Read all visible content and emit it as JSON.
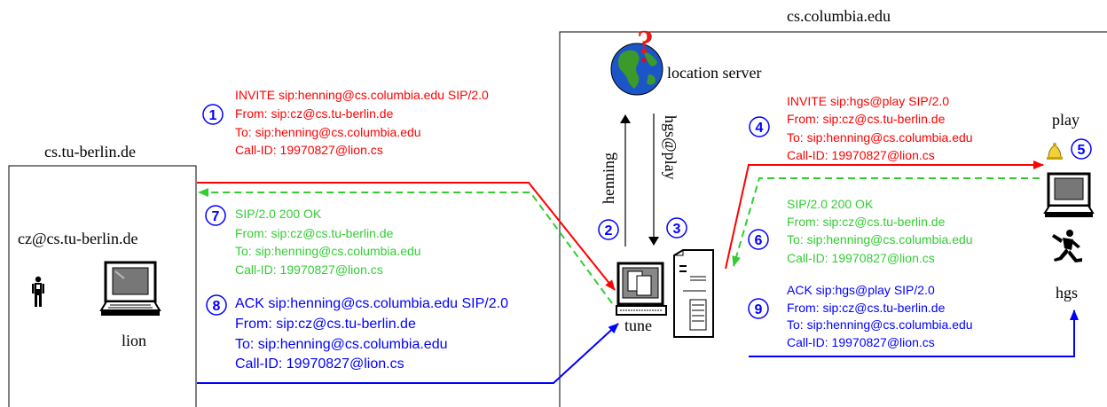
{
  "domains": {
    "berlin": "cs.tu-berlin.de",
    "columbia": "cs.columbia.edu"
  },
  "hosts": {
    "berlin_user": "cz@cs.tu-berlin.de",
    "lion": "lion",
    "tune": "tune",
    "location_server": "location server",
    "play": "play",
    "hgs": "hgs"
  },
  "location_queries": {
    "request": "henning",
    "response": "hgs@play"
  },
  "steps": {
    "s1": "1",
    "s2": "2",
    "s3": "3",
    "s4": "4",
    "s5": "5",
    "s6": "6",
    "s7": "7",
    "s8": "8",
    "s9": "9"
  },
  "messages": {
    "invite_berlin": [
      "INVITE sip:henning@cs.columbia.edu SIP/2.0",
      "From: sip:cz@cs.tu-berlin.de",
      "To: sip:henning@cs.columbia.edu",
      "Call-ID: 19970827@lion.cs"
    ],
    "ok_berlin": [
      "SIP/2.0 200 OK",
      "From: sip:cz@cs.tu-berlin.de",
      "To: sip:henning@cs.columbia.edu",
      "Call-ID: 19970827@lion.cs"
    ],
    "ack_berlin": [
      "ACK sip:henning@cs.columbia.edu SIP/2.0",
      "From: sip:cz@cs.tu-berlin.de",
      "To: sip:henning@cs.columbia.edu",
      "Call-ID: 19970827@lion.cs"
    ],
    "invite_play": [
      "INVITE sip:hgs@play SIP/2.0",
      "From: sip:cz@cs.tu-berlin.de",
      "To: sip:henning@cs.columbia.edu",
      "Call-ID: 19970827@lion.cs"
    ],
    "ok_play": [
      "SIP/2.0 200 OK",
      "From: sip:cz@cs.tu-berlin.de",
      "To: sip:henning@cs.columbia.edu",
      "Call-ID: 19970827@lion.cs"
    ],
    "ack_play": [
      "ACK sip:hgs@play SIP/2.0",
      "From: sip:cz@cs.tu-berlin.de",
      "To: sip:henning@cs.columbia.edu",
      "Call-ID: 19970827@lion.cs"
    ]
  },
  "colors": {
    "invite": "#ff0000",
    "ok": "#33cc33",
    "ack": "#0000ff",
    "circle": "#0000ff"
  }
}
